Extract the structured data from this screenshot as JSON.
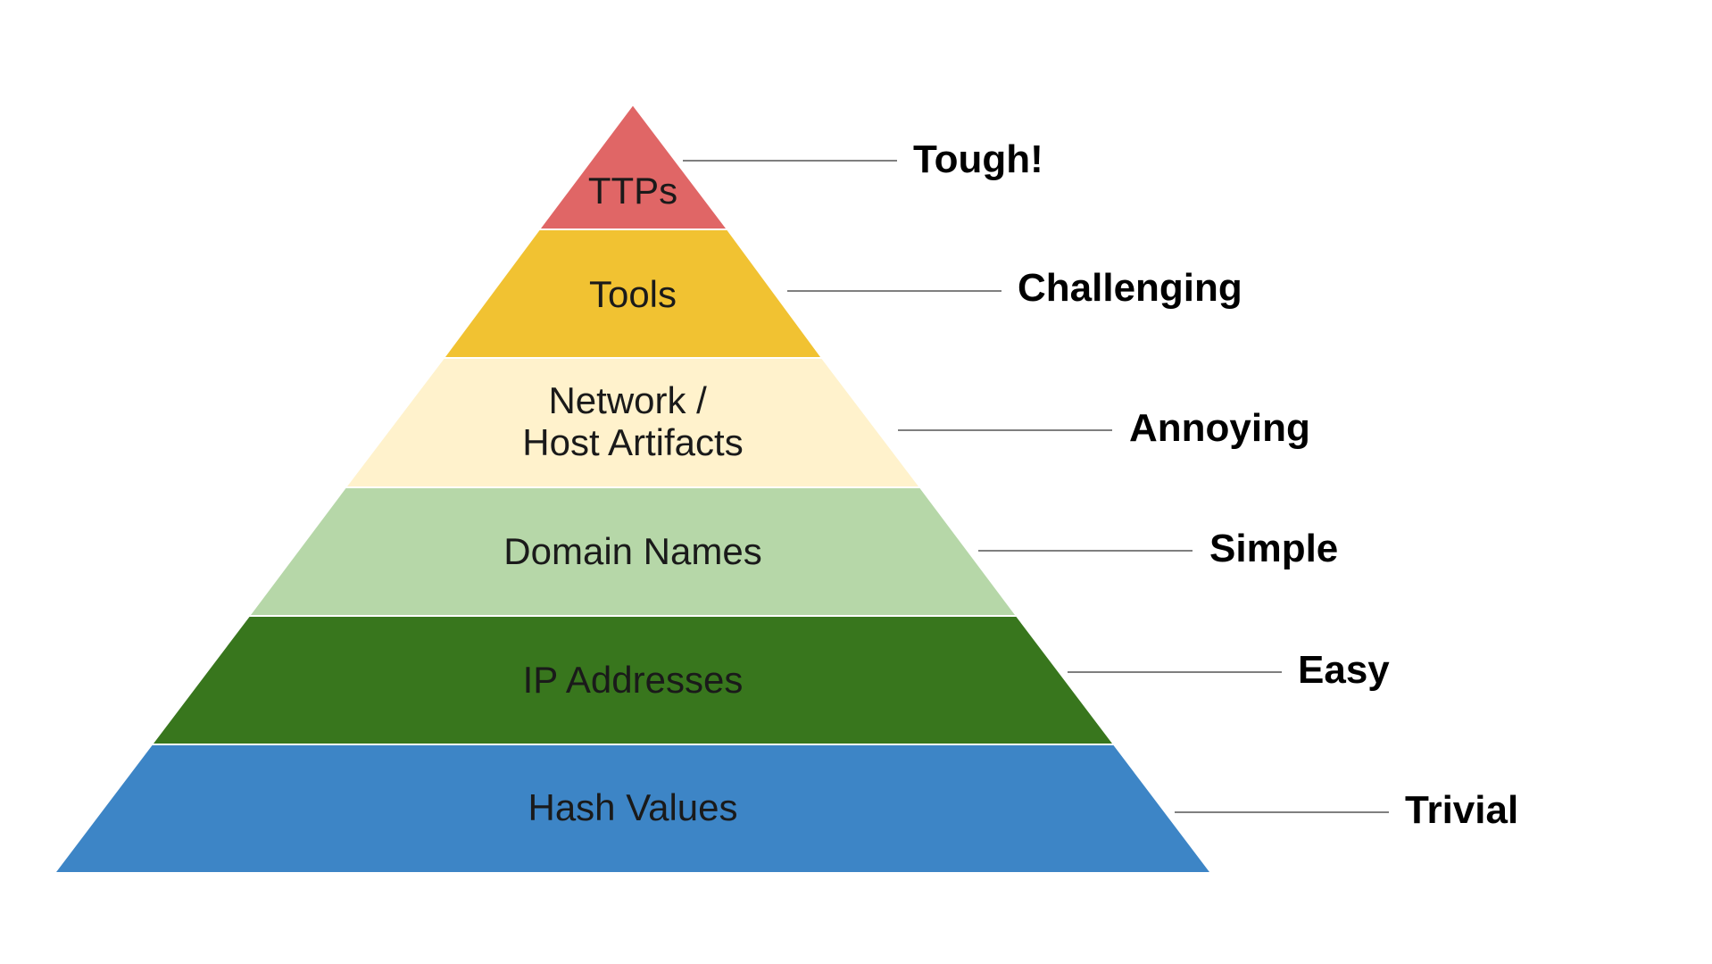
{
  "levels": [
    {
      "label": "TTPs",
      "difficulty": "Tough!",
      "color": "#e06666"
    },
    {
      "label": "Tools",
      "difficulty": "Challenging",
      "color": "#f1c232"
    },
    {
      "label": "Network /",
      "label_line2": "Host Artifacts",
      "difficulty": "Annoying",
      "color": "#fff2cc"
    },
    {
      "label": "Domain Names",
      "difficulty": "Simple",
      "color": "#b6d7a8"
    },
    {
      "label": "IP Addresses",
      "difficulty": "Easy",
      "color": "#38761d"
    },
    {
      "label": "Hash Values",
      "difficulty": "Trivial",
      "color": "#3d85c6"
    }
  ]
}
